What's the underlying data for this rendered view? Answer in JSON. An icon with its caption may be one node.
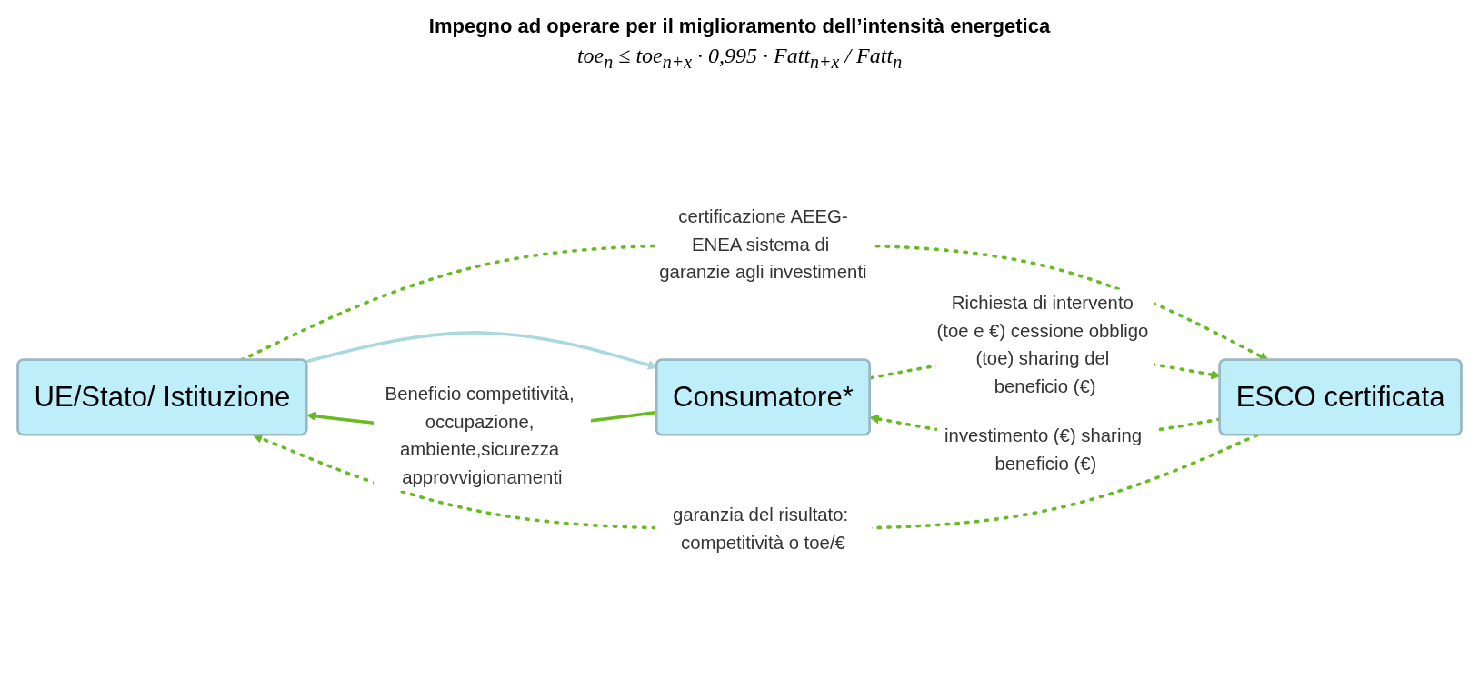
{
  "diagram": {
    "title": "Impegno ad operare per il miglioramento dell’intensità energetica",
    "nodes": [
      {
        "text": [
          "UE/Stato/ Istituzione"
        ]
      },
      {
        "text": [
          "ESCO certificata"
        ]
      },
      {
        "text": [
          "Consumatore*"
        ]
      }
    ],
    "edges": [
      {
        "from": 0,
        "to": 2,
        "arrow": "to",
        "color": "#a9d8de"
      },
      {
        "from": 0,
        "to": 1,
        "arrow": "to",
        "style": "dashed",
        "label": "certificazione AEEG-ENEA sistema di garanzie agli investimenti"
      },
      {
        "from": 1,
        "to": 2,
        "arrow": "to",
        "style": "dashed",
        "label": "investimento (€) sharing beneficio (€)"
      },
      {
        "from": 1,
        "to": 0,
        "arrow": "to",
        "style": "dashed",
        "label": "garanzia del risultato: competitività o toe/€"
      },
      {
        "from": 2,
        "to": 1,
        "arrow": "to",
        "style": "dashed",
        "label": "Richiesta di intervento (toe e €) cessione obbligo (toe) sharing del beneficio (€)"
      },
      {
        "from": 2,
        "to": 0,
        "arrow": "to",
        "label": "Beneficio competitività, occupazione, ambiente,sicurezza approvvigionamenti"
      }
    ],
    "labels": [
      "toe$_{n}$ ≤ toe$_{n+x}$ · 0,995 · Fatt$_{n+x}$ / Fatt$_{n}$"
    ]
  }
}
